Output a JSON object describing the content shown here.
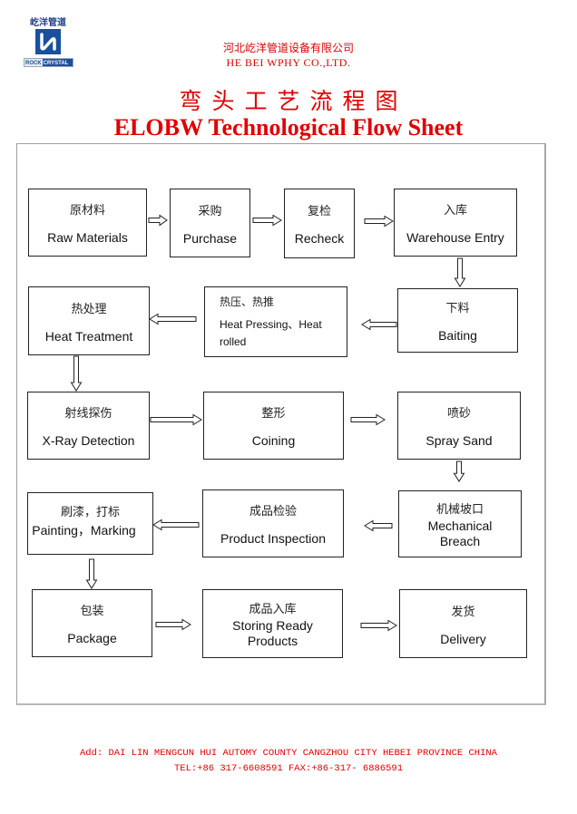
{
  "logo": {
    "cn_name": "屹洋管道",
    "sub_left": "ROCK",
    "sub_right": "CRYSTAL",
    "brand_color": "#1a4f9e"
  },
  "header": {
    "company_cn": "河北屹洋管道设备有限公司",
    "company_en": "HE BEI WPHY CO.,LTD.",
    "title_cn": "弯头工艺流程图",
    "title_en": "ELOBW Technological Flow Sheet",
    "accent_color": "#e00000"
  },
  "flow": {
    "steps": [
      {
        "id": "raw-materials",
        "cn": "原材料",
        "en": "Raw Materials"
      },
      {
        "id": "purchase",
        "cn": "采购",
        "en": "Purchase"
      },
      {
        "id": "recheck",
        "cn": "复检",
        "en": "Recheck"
      },
      {
        "id": "warehouse-entry",
        "cn": "入库",
        "en": "Warehouse Entry"
      },
      {
        "id": "baiting",
        "cn": "下料",
        "en": "Baiting"
      },
      {
        "id": "heat-pressing",
        "cn": "热压、热推",
        "en": "Heat Pressing、Heat rolled"
      },
      {
        "id": "heat-treatment",
        "cn": "热处理",
        "en": "Heat Treatment"
      },
      {
        "id": "x-ray-detection",
        "cn": "射线探伤",
        "en": "X-Ray Detection"
      },
      {
        "id": "coining",
        "cn": "整形",
        "en": "Coining"
      },
      {
        "id": "spray-sand",
        "cn": "喷砂",
        "en": "Spray Sand"
      },
      {
        "id": "mechanical-breach",
        "cn": "机械坡口",
        "en": "Mechanical Breach"
      },
      {
        "id": "product-inspection",
        "cn": "成品检验",
        "en": "Product Inspection"
      },
      {
        "id": "painting-marking",
        "cn": "刷漆，打标",
        "en": "Painting，Marking"
      },
      {
        "id": "package",
        "cn": "包装",
        "en": "Package"
      },
      {
        "id": "storing-ready-products",
        "cn": "成品入库",
        "en": "Storing Ready Products"
      },
      {
        "id": "delivery",
        "cn": "发货",
        "en": "Delivery"
      }
    ],
    "edges": [
      [
        "raw-materials",
        "purchase"
      ],
      [
        "purchase",
        "recheck"
      ],
      [
        "recheck",
        "warehouse-entry"
      ],
      [
        "warehouse-entry",
        "baiting"
      ],
      [
        "baiting",
        "heat-pressing"
      ],
      [
        "heat-pressing",
        "heat-treatment"
      ],
      [
        "heat-treatment",
        "x-ray-detection"
      ],
      [
        "x-ray-detection",
        "coining"
      ],
      [
        "coining",
        "spray-sand"
      ],
      [
        "spray-sand",
        "mechanical-breach"
      ],
      [
        "mechanical-breach",
        "product-inspection"
      ],
      [
        "product-inspection",
        "painting-marking"
      ],
      [
        "painting-marking",
        "package"
      ],
      [
        "package",
        "storing-ready-products"
      ],
      [
        "storing-ready-products",
        "delivery"
      ]
    ]
  },
  "footer": {
    "address": "Add: DAI LIN MENGCUN HUI AUTOMY COUNTY CANGZHOU CITY HEBEI PROVINCE CHINA",
    "contact": "TEL:+86 317-6608591  FAX:+86-317- 6886591"
  }
}
